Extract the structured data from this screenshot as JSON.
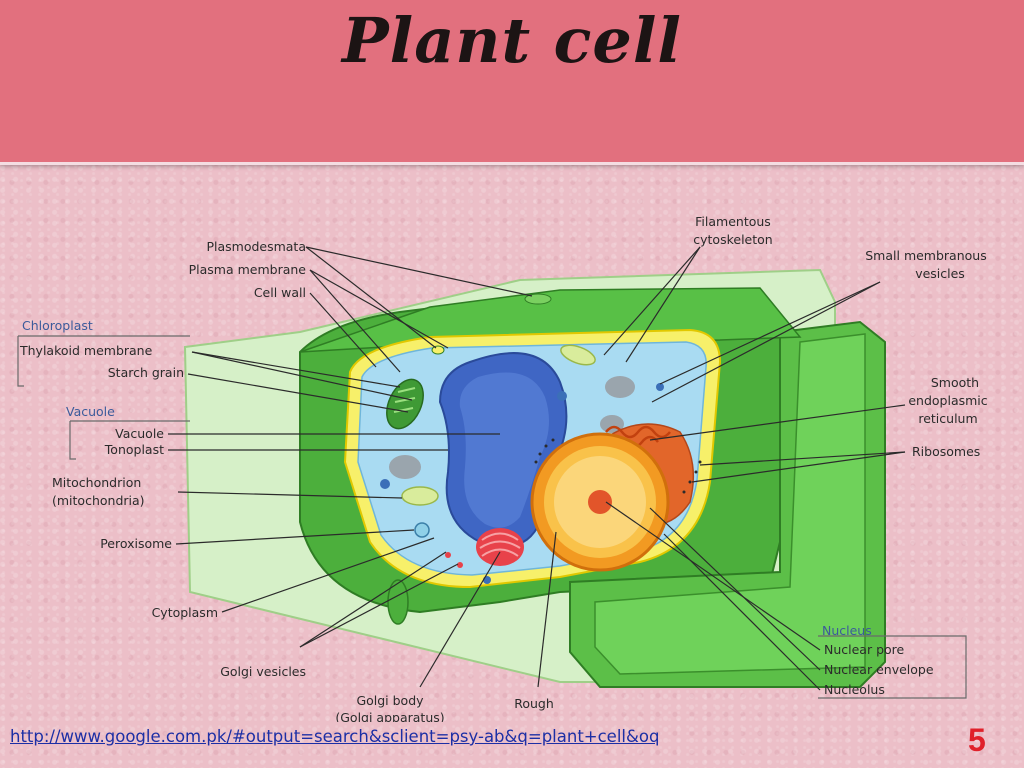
{
  "slide": {
    "title": "Plant cell",
    "source_url": "http://www.google.com.pk/#output=search&sclient=psy-ab&q=plant+cell&oq",
    "page_number": "5"
  },
  "colors": {
    "title_band": "#e2707e",
    "background": "#ecbfc8",
    "cell_wall": "#4caf3c",
    "cytoplasm": "#a9dbf2",
    "vacuole": "#3f66c4",
    "nucleus": "#f29a22",
    "link": "#1c2fa5",
    "page_number": "#e0202a",
    "group_heading": "#3b5b9b"
  },
  "labels": {
    "plasmodesmata": "Plasmodesmata",
    "plasma_membrane": "Plasma membrane",
    "cell_wall": "Cell wall",
    "chloroplast_group": "Chloroplast",
    "thylakoid_membrane": "Thylakoid membrane",
    "starch_grain": "Starch grain",
    "vacuole_group": "Vacuole",
    "vacuole": "Vacuole",
    "tonoplast": "Tonoplast",
    "mitochondrion_line1": "Mitochondrion",
    "mitochondrion_line2": "(mitochondria)",
    "peroxisome": "Peroxisome",
    "cytoplasm": "Cytoplasm",
    "golgi_vesicles": "Golgi vesicles",
    "golgi_body": "Golgi body",
    "golgi_apparatus_cut": "(Golgi apparatus)",
    "rough": "Rough",
    "filamentous_line1": "Filamentous",
    "filamentous_line2": "cytoskeleton",
    "small_vesicles_line1": "Small membranous",
    "small_vesicles_line2": "vesicles",
    "smooth_er_line1": "Smooth",
    "smooth_er_line2": "endoplasmic",
    "smooth_er_line3": "reticulum",
    "ribosomes": "Ribosomes",
    "nucleus_group": "Nucleus",
    "nuclear_pore": "Nuclear pore",
    "nuclear_envelope": "Nuclear envelope",
    "nucleolus": "Nucleolus"
  }
}
